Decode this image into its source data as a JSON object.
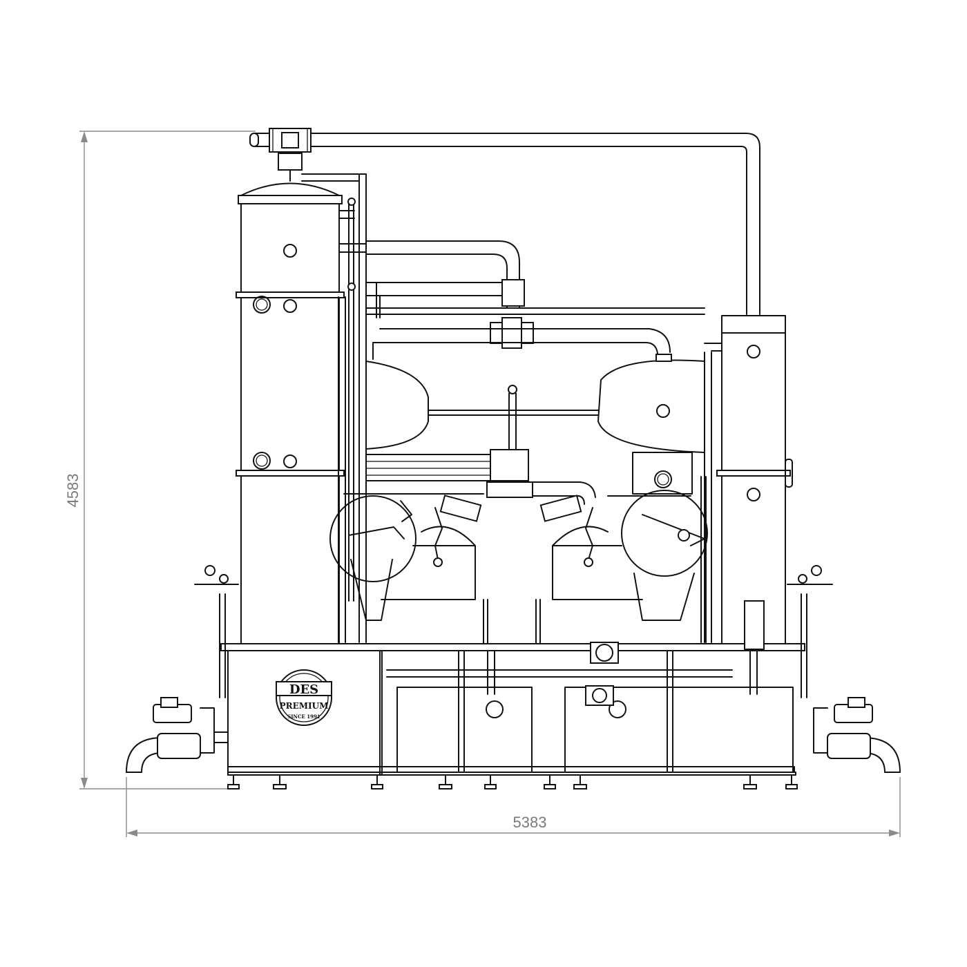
{
  "dimensions": {
    "height": "4583",
    "width": "5383"
  },
  "logo": {
    "mark": "DES",
    "line1": "PREMIUM",
    "line2": "SINCE 1991"
  },
  "colors": {
    "line": "#111111",
    "dimension": "#8a8a8a",
    "background": "#ffffff"
  }
}
